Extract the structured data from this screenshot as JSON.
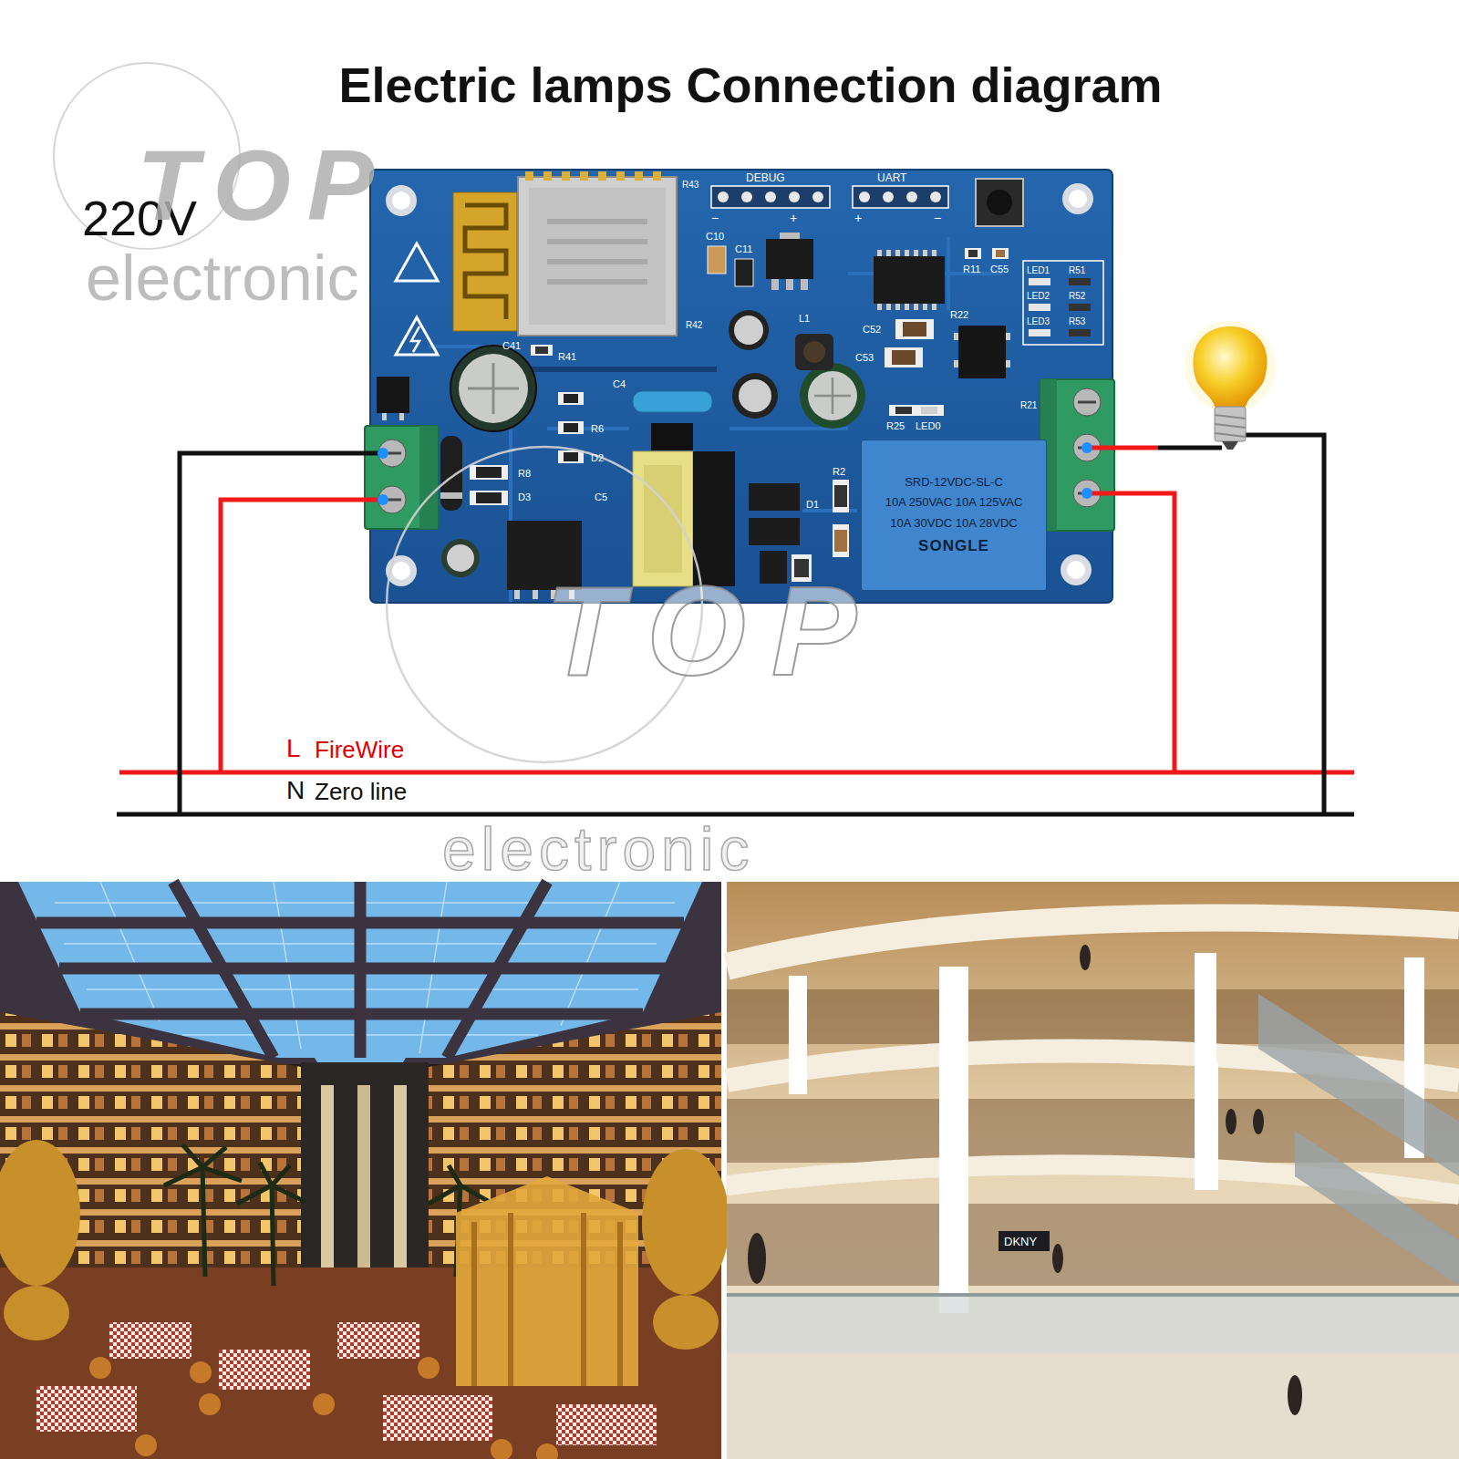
{
  "diagram": {
    "title": "Electric lamps Connection diagram",
    "nodes": [
      {
        "text": [
          "SRD-12VDC-SL-C",
          "10A 250VAC 10A 125VAC",
          "10A 30VDC 10A 28VDC",
          "SONGLE"
        ]
      }
    ],
    "labels": [
      "220V",
      "TOP",
      "electronic",
      "DEBUG",
      "−",
      "+",
      "UART",
      "+",
      "−",
      "C10",
      "C11",
      "R11",
      "C55",
      "LED1",
      "R51",
      "LED2",
      "R52",
      "LED3",
      "R53",
      "C52",
      "C53",
      "R22",
      "R25",
      "LED0",
      "C4",
      "R6",
      "D2",
      "R8",
      "D3",
      "C5",
      "R2",
      "D1",
      "R41",
      "C41",
      "R42",
      "R43",
      "L1",
      "R21",
      "L",
      "FireWire",
      "N",
      "Zero line",
      "TOP",
      "electronic",
      "DKNY"
    ]
  }
}
